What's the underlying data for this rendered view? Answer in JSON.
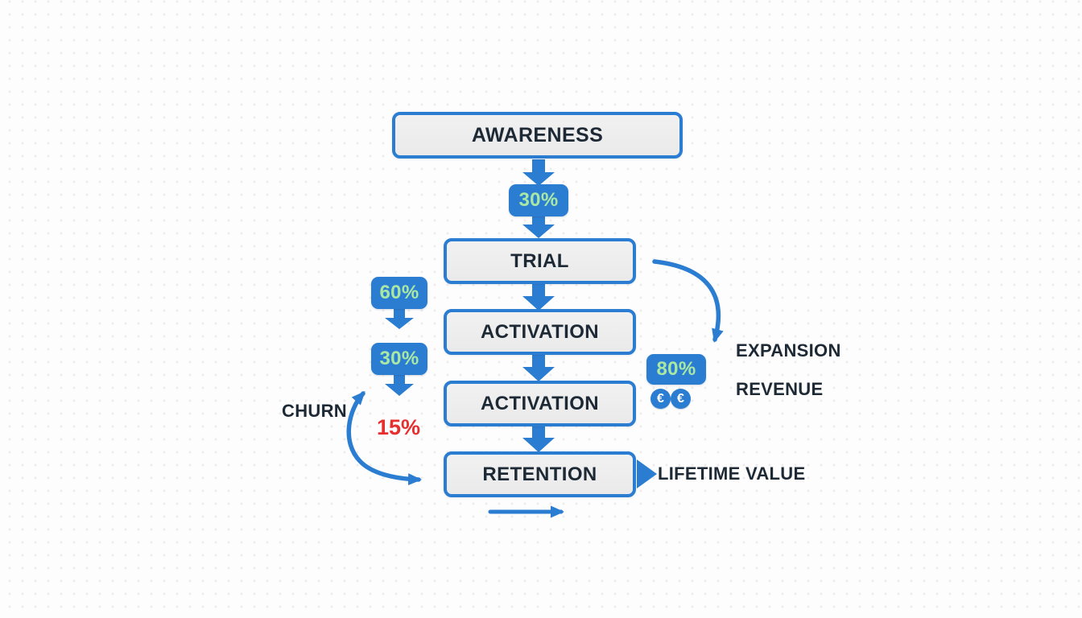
{
  "colors": {
    "accent_blue": "#2b7dd1",
    "badge_green": "#a9e8a4",
    "churn_red": "#e62f2f",
    "dark_text": "#1d2935",
    "box_fill": "#eeeeee",
    "background": "#fdfdfd"
  },
  "funnel": {
    "stages": [
      {
        "label": "AWARENESS"
      },
      {
        "label": "TRIAL"
      },
      {
        "label": "ACTIVATION"
      },
      {
        "label": "ACTIVATION"
      },
      {
        "label": "RETENTION"
      }
    ],
    "badges": {
      "awareness_to_trial": "30%",
      "side_top": "60%",
      "side_bottom": "30%",
      "expansion_rate": "80%"
    },
    "churn": {
      "label": "CHURN",
      "rate": "15%"
    },
    "expansion_revenue": {
      "line1": "EXPANSION",
      "line2": "REVENUE"
    },
    "lifetime_value_label": "LIFETIME VALUE",
    "coin_symbol": "€"
  }
}
